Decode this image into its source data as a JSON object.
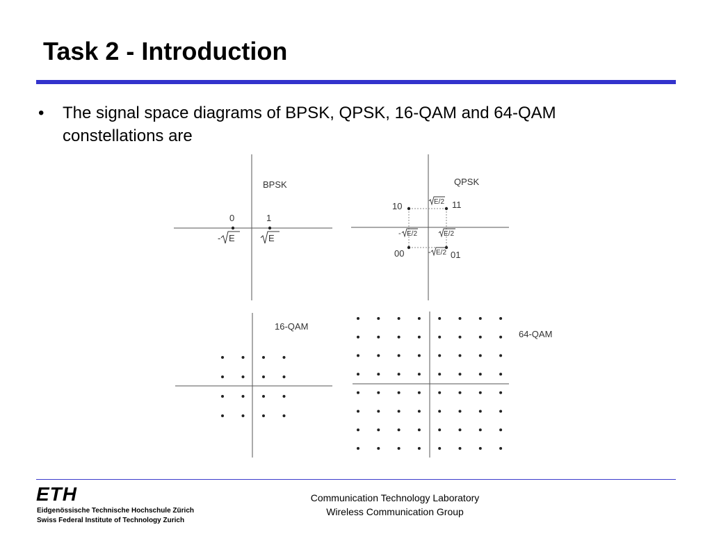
{
  "slide": {
    "title": "Task 2 - Introduction",
    "bullet_mark": "•",
    "bullet_text": "The signal space diagrams of BPSK, QPSK, 16-QAM and 64-QAM constellations are"
  },
  "colors": {
    "accent": "#3333cc",
    "footer_rule": "#3a3acc"
  },
  "diagrams": {
    "bpsk": {
      "title": "BPSK",
      "bit_0": "0",
      "bit_1": "1",
      "neg_minus": "-",
      "neg_sqrt_arg": "E",
      "pos_sqrt_arg": "E"
    },
    "qpsk": {
      "title": "QPSK",
      "bits_10": "10",
      "bits_11": "11",
      "bits_00": "00",
      "bits_01": "01",
      "top_sqrt_arg": "E/2",
      "left_minus": "-",
      "left_sqrt_arg": "E/2",
      "right_sqrt_arg": "E/2",
      "bottom_minus": "-",
      "bottom_sqrt_arg": "E/2"
    },
    "qam16": {
      "title": "16-QAM",
      "points_per_side": 4
    },
    "qam64": {
      "title": "64-QAM",
      "points_per_side": 8
    }
  },
  "footer": {
    "logo": "ETH",
    "logo_line1": "Eidgenössische Technische Hochschule Zürich",
    "logo_line2": "Swiss Federal Institute of Technology Zurich",
    "lab": "Communication Technology Laboratory",
    "group": "Wireless Communication Group"
  }
}
